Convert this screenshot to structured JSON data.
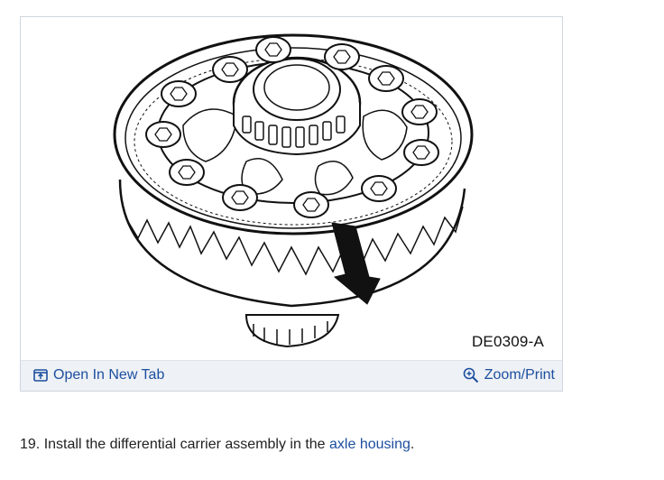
{
  "figure": {
    "id_label": "DE0309-A",
    "open_link_label": "Open In New Tab",
    "zoom_link_label": "Zoom/Print"
  },
  "step": {
    "number": "19.",
    "text": "Install the differential carrier assembly in the",
    "link_text": "axle housing",
    "end": "."
  },
  "colors": {
    "link": "#1c4fa0",
    "toolbar_bg": "#eef1f5",
    "card_border": "#cfd6df"
  },
  "icons": {
    "open": "open-new-tab-icon",
    "zoom": "zoom-magnifier-icon"
  }
}
